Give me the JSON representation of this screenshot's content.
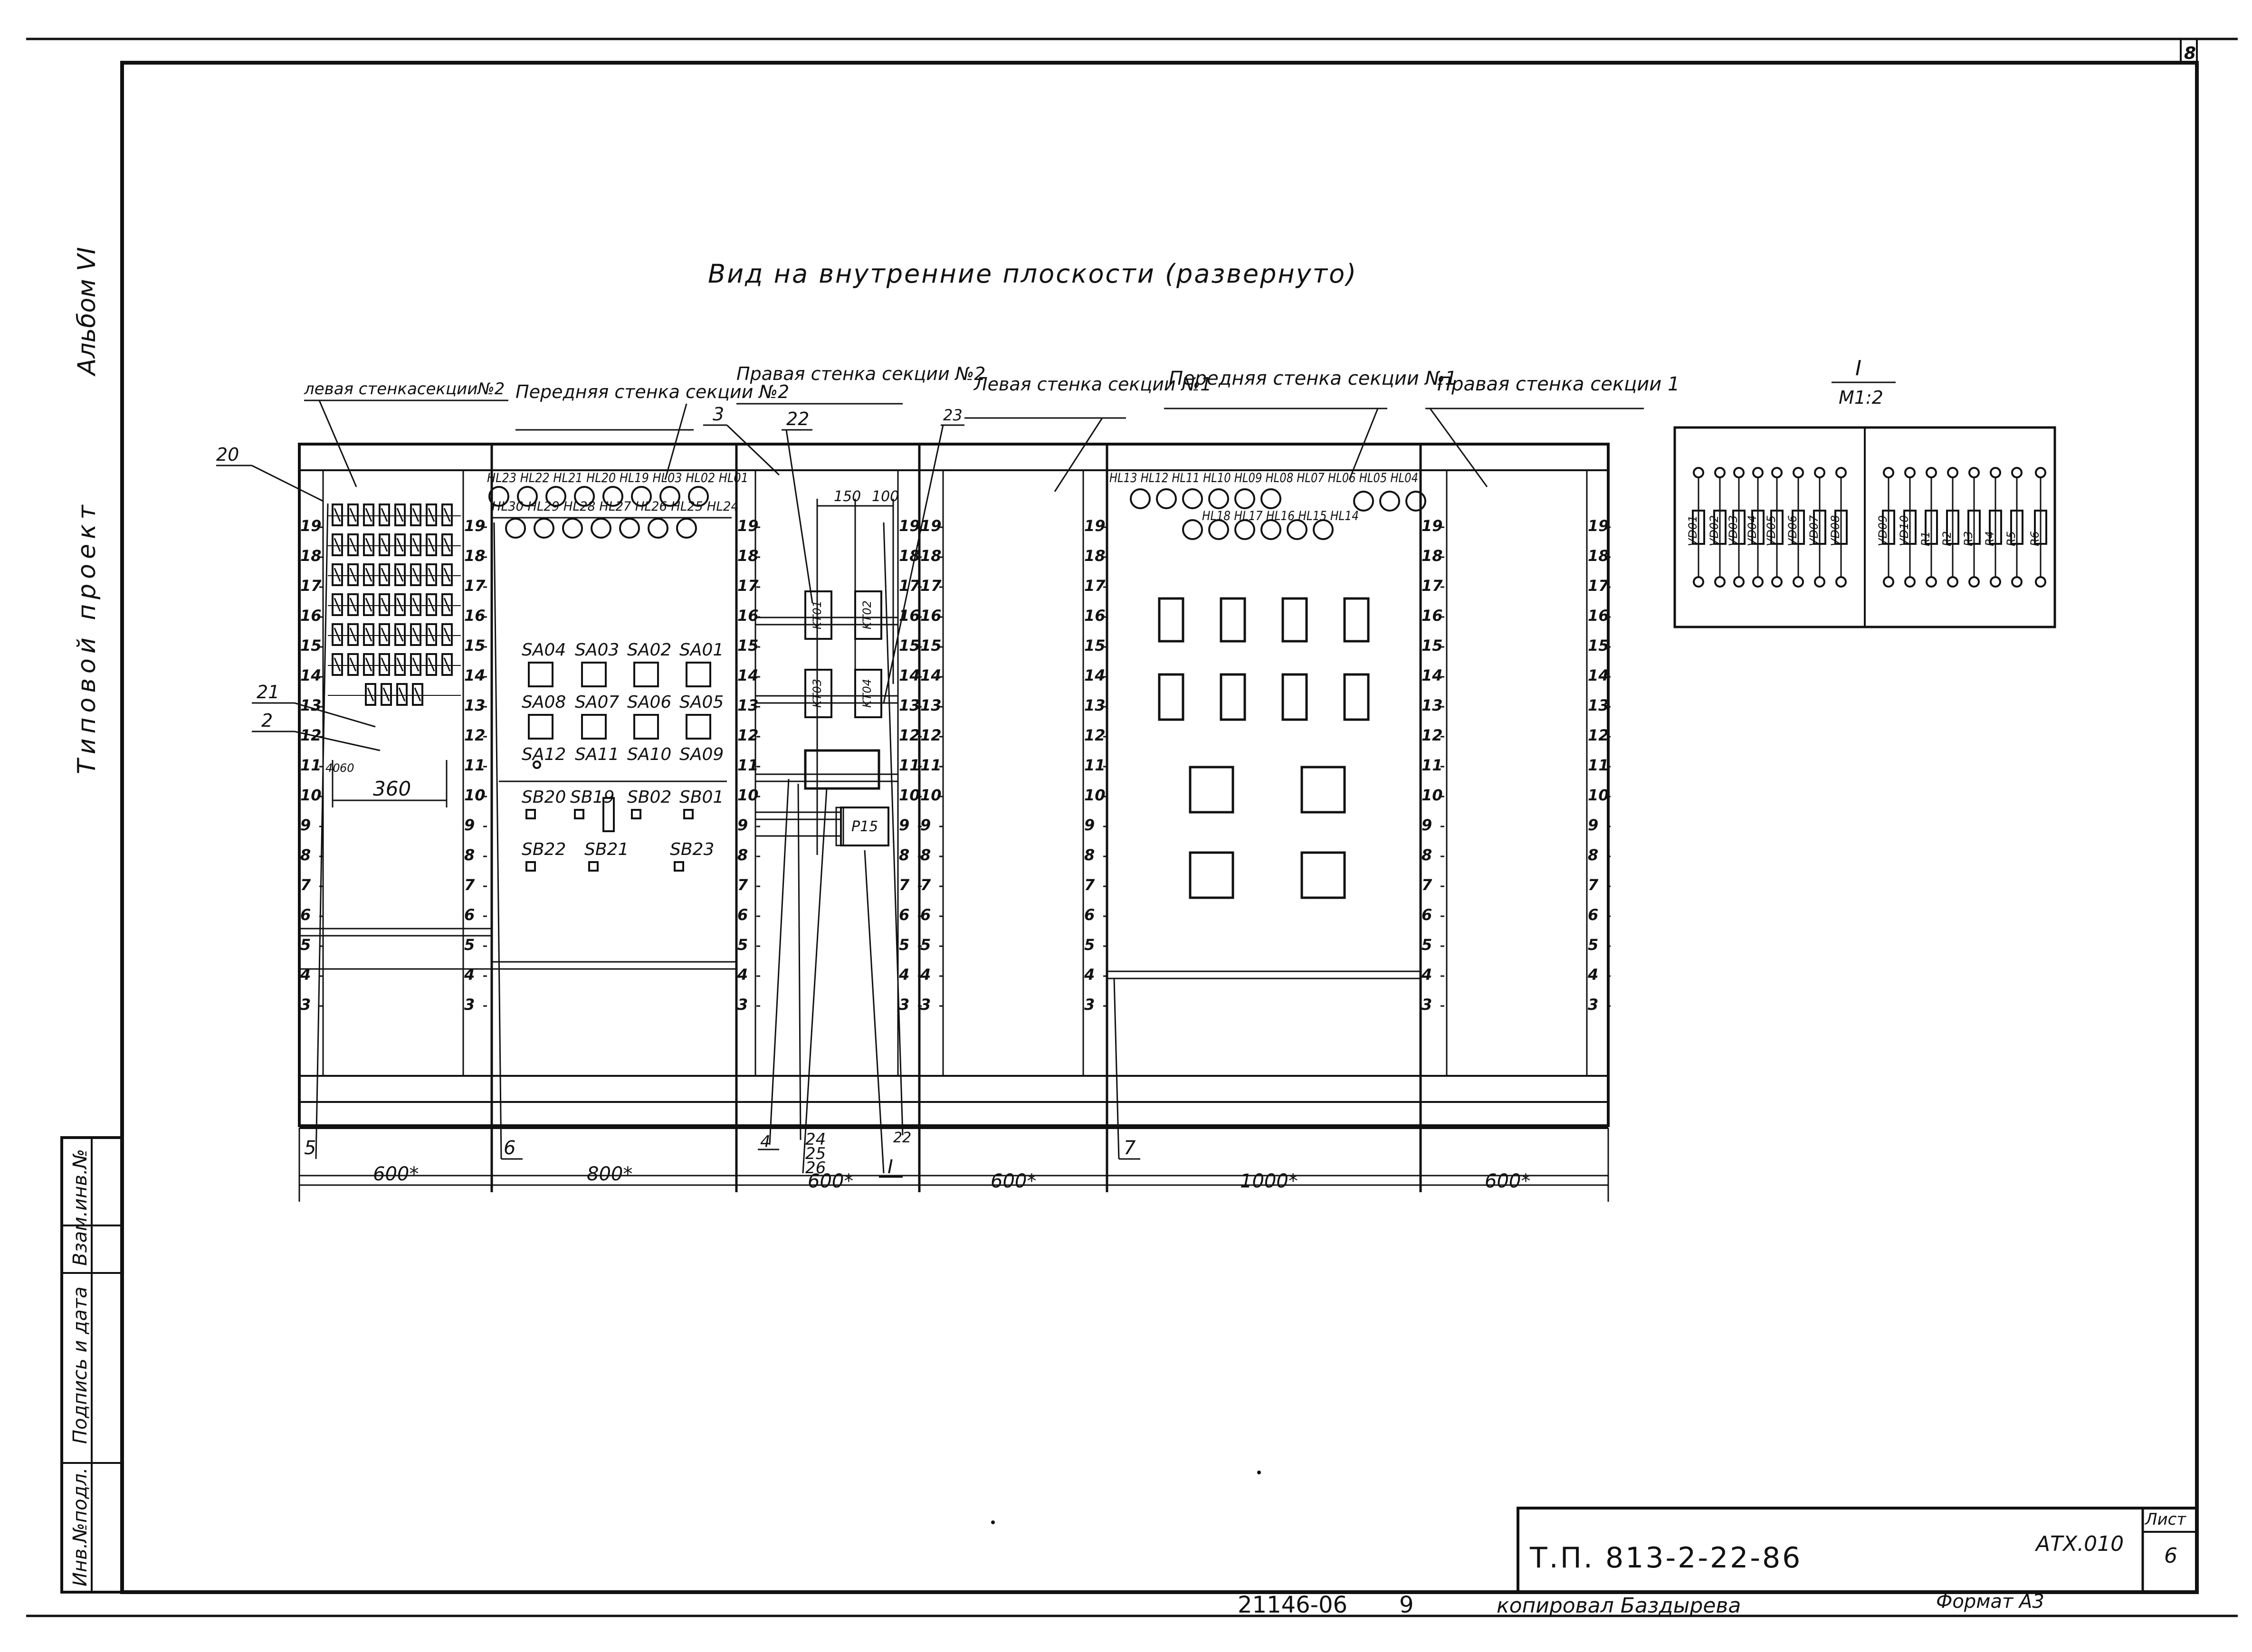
{
  "title": "Вид на внутренние плоскости (развернуто)",
  "side_labels": {
    "album": "Альбом VI",
    "project": "Типовой проект"
  },
  "stamp_column": [
    "Инв.№подл.",
    "Подпись и дата",
    "Взам.инв.№"
  ],
  "corner_number": "8",
  "panels": [
    {
      "caption": "левая стенкасекции№2",
      "width_label": "600*",
      "bottom_ref": "5"
    },
    {
      "caption": "Передняя стенка секции №2",
      "width_label": "800*",
      "bottom_ref": "6"
    },
    {
      "caption": "Правая стенка секции №2",
      "width_label": "600*",
      "bottom_ref": "4"
    },
    {
      "caption": "Левая стенка секции №1",
      "width_label": "600*",
      "bottom_ref": ""
    },
    {
      "caption": "Передняя стенка секции №1",
      "width_label": "1000*",
      "bottom_ref": "7"
    },
    {
      "caption": "Правая стенка секции 1",
      "width_label": "600*",
      "bottom_ref": ""
    }
  ],
  "rail_numbers": [
    "19",
    "18",
    "17",
    "16",
    "15",
    "14",
    "13",
    "12",
    "11",
    "10",
    "9",
    "8",
    "7",
    "6",
    "5",
    "4",
    "3"
  ],
  "callouts": {
    "c20": "20",
    "c21": "21",
    "c2": "2",
    "c3": "3",
    "c22": "22",
    "c23": "23",
    "c24": "24",
    "c25": "25",
    "c26": "26",
    "c22b": "22",
    "detail": "I"
  },
  "dims": {
    "d360": "360",
    "d40": "40",
    "d60": "60",
    "d150": "150",
    "d100": "100"
  },
  "front2": {
    "lamps_top_label": "HL23 HL22 HL21 HL20 HL19 HL03 HL02 HL01",
    "lamps_bottom_label": "HL30 HL29 HL28 HL27 HL26 HL25 HL24",
    "sa_row1": [
      "SA04",
      "SA03",
      "SA02",
      "SA01"
    ],
    "sa_row2": [
      "SA08",
      "SA07",
      "SA06",
      "SA05"
    ],
    "sa_row3": [
      "SA12",
      "SA11",
      "SA10",
      "SA09"
    ],
    "sb_row1": [
      "SB20",
      "SB19",
      "SB02",
      "SB01"
    ],
    "sb_row2": [
      "SB22",
      "SB21",
      "SB23"
    ]
  },
  "right2": {
    "relays": [
      "KT01",
      "KT02",
      "KT03",
      "KT04"
    ],
    "device": "P15"
  },
  "front1": {
    "lamps_top_label": "HL13 HL12 HL11 HL10 HL09 HL08 HL07 HL06 HL05 HL04",
    "lamps_bottom_label": "HL18 HL17 HL16 HL15 HL14"
  },
  "detail_view": {
    "title": "I",
    "scale": "M1:2",
    "left_labels": [
      "VD01",
      "VD02",
      "VD03",
      "VD04",
      "VD05",
      "VD06",
      "VD07",
      "VD08"
    ],
    "right_labels": [
      "VD09",
      "VD10",
      "R1",
      "R2",
      "R3",
      "R4",
      "R5",
      "R6"
    ]
  },
  "title_block": {
    "doc_number": "Т.П. 813-2-22-86",
    "code": "АТХ.010",
    "sheet_label": "Лист",
    "sheet": "6"
  },
  "footer": {
    "order": "21146-06",
    "number": "9",
    "copied": "копировал Баздырева",
    "format": "Формат А3"
  }
}
